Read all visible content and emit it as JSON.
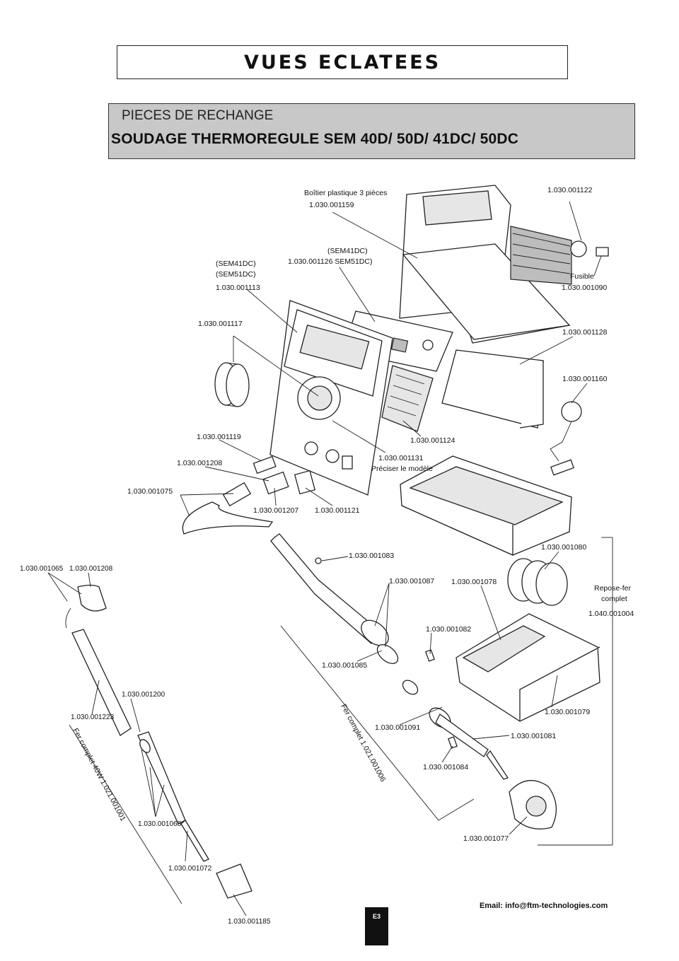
{
  "title": "VUES ECLATEES",
  "header": {
    "subtitle": "PIECES DE RECHANGE",
    "product": "SOUDAGE THERMOREGULE  SEM 40D/ 50D/ 41DC/ 50DC"
  },
  "labels": {
    "boitier_desc": "Boîtier plastique 3 pièces",
    "boitier_ref": "1.030.001159",
    "ref_122": "1.030.001122",
    "fusible_desc": "Fusible",
    "fusible_ref": "1.030.001090",
    "pcb_model1": "(SEM41DC)",
    "pcb_line2": "1.030.001126  SEM51DC)",
    "front_model1": "(SEM41DC)",
    "front_model2": "(SEM51DC)",
    "front_ref": "1.030.001113",
    "ref_117": "1.030.001117",
    "ref_128": "1.030.001128",
    "ref_160": "1.030.001160",
    "ref_124": "1.030.001124",
    "ref_131": "1.030.001131",
    "ref_131_note": "Préciser le modèle",
    "ref_119": "1.030.001119",
    "ref_208a": "1.030.001208",
    "ref_075": "1.030.001075",
    "ref_207": "1.030.001207",
    "ref_121": "1.030.001121",
    "ref_083": "1.030.001083",
    "ref_080": "1.030.001080",
    "ref_065": "1.030.001065",
    "ref_208b": "1.030.001208",
    "ref_087": "1.030.001087",
    "ref_078": "1.030.001078",
    "repose_desc1": "Repose-fer",
    "repose_desc2": "complet",
    "repose_ref": "1.040.001004",
    "ref_082": "1.030.001082",
    "ref_085": "1.030.001085",
    "ref_200": "1.030.001200",
    "ref_223": "1.030.001223",
    "ref_079": "1.030.001079",
    "ref_091": "1.030.001091",
    "ref_081": "1.030.001081",
    "ref_084": "1.030.001084",
    "fer_complet": "Fer complet  1.021.001006",
    "fer_complet_40w": "Fer complet 40W 1.021.001001",
    "ref_068": "1.030.001068",
    "ref_072": "1.030.001072",
    "ref_077": "1.030.001077",
    "ref_185": "1.030.001185"
  },
  "footer": {
    "email": "Email: info@ftm-technologies.com",
    "page": "E3"
  }
}
